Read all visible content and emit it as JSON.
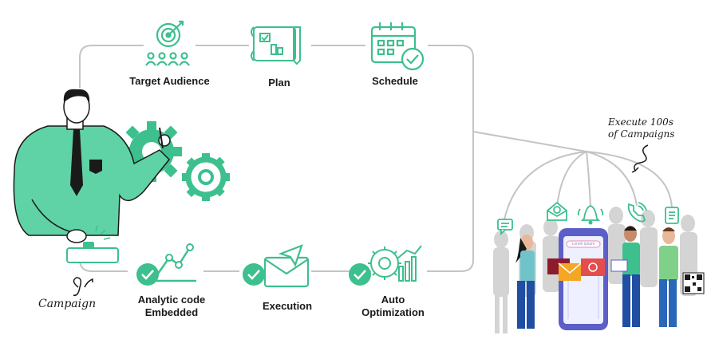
{
  "steps_top": [
    {
      "label": "Target Audience",
      "icon": "target-audience-icon"
    },
    {
      "label": "Plan",
      "icon": "plan-blueprint-icon"
    },
    {
      "label": "Schedule",
      "icon": "calendar-check-icon"
    }
  ],
  "steps_bottom": [
    {
      "label_line1": "Analytic code",
      "label_line2": "Embedded",
      "icon": "analytics-chart-icon"
    },
    {
      "label_line1": "Execution",
      "label_line2": "",
      "icon": "send-envelope-icon"
    },
    {
      "label_line1": "Auto",
      "label_line2": "Optimization",
      "icon": "auto-optimization-icon"
    }
  ],
  "campaign_label": "Campaign",
  "execute_note_line1": "Execute 100s",
  "execute_note_line2": "of Campaigns",
  "phone_search_placeholder": "Lorem ipsum",
  "channels": [
    "chat-icon",
    "email-icon",
    "bell-icon",
    "phone-call-icon",
    "sms-icon"
  ],
  "colors": {
    "accent": "#3dbf8e",
    "accent_light": "#5fd3a6",
    "line": "#c4c4c4",
    "crowd": "#c9c9c9",
    "phone": "#5b5fc7"
  }
}
